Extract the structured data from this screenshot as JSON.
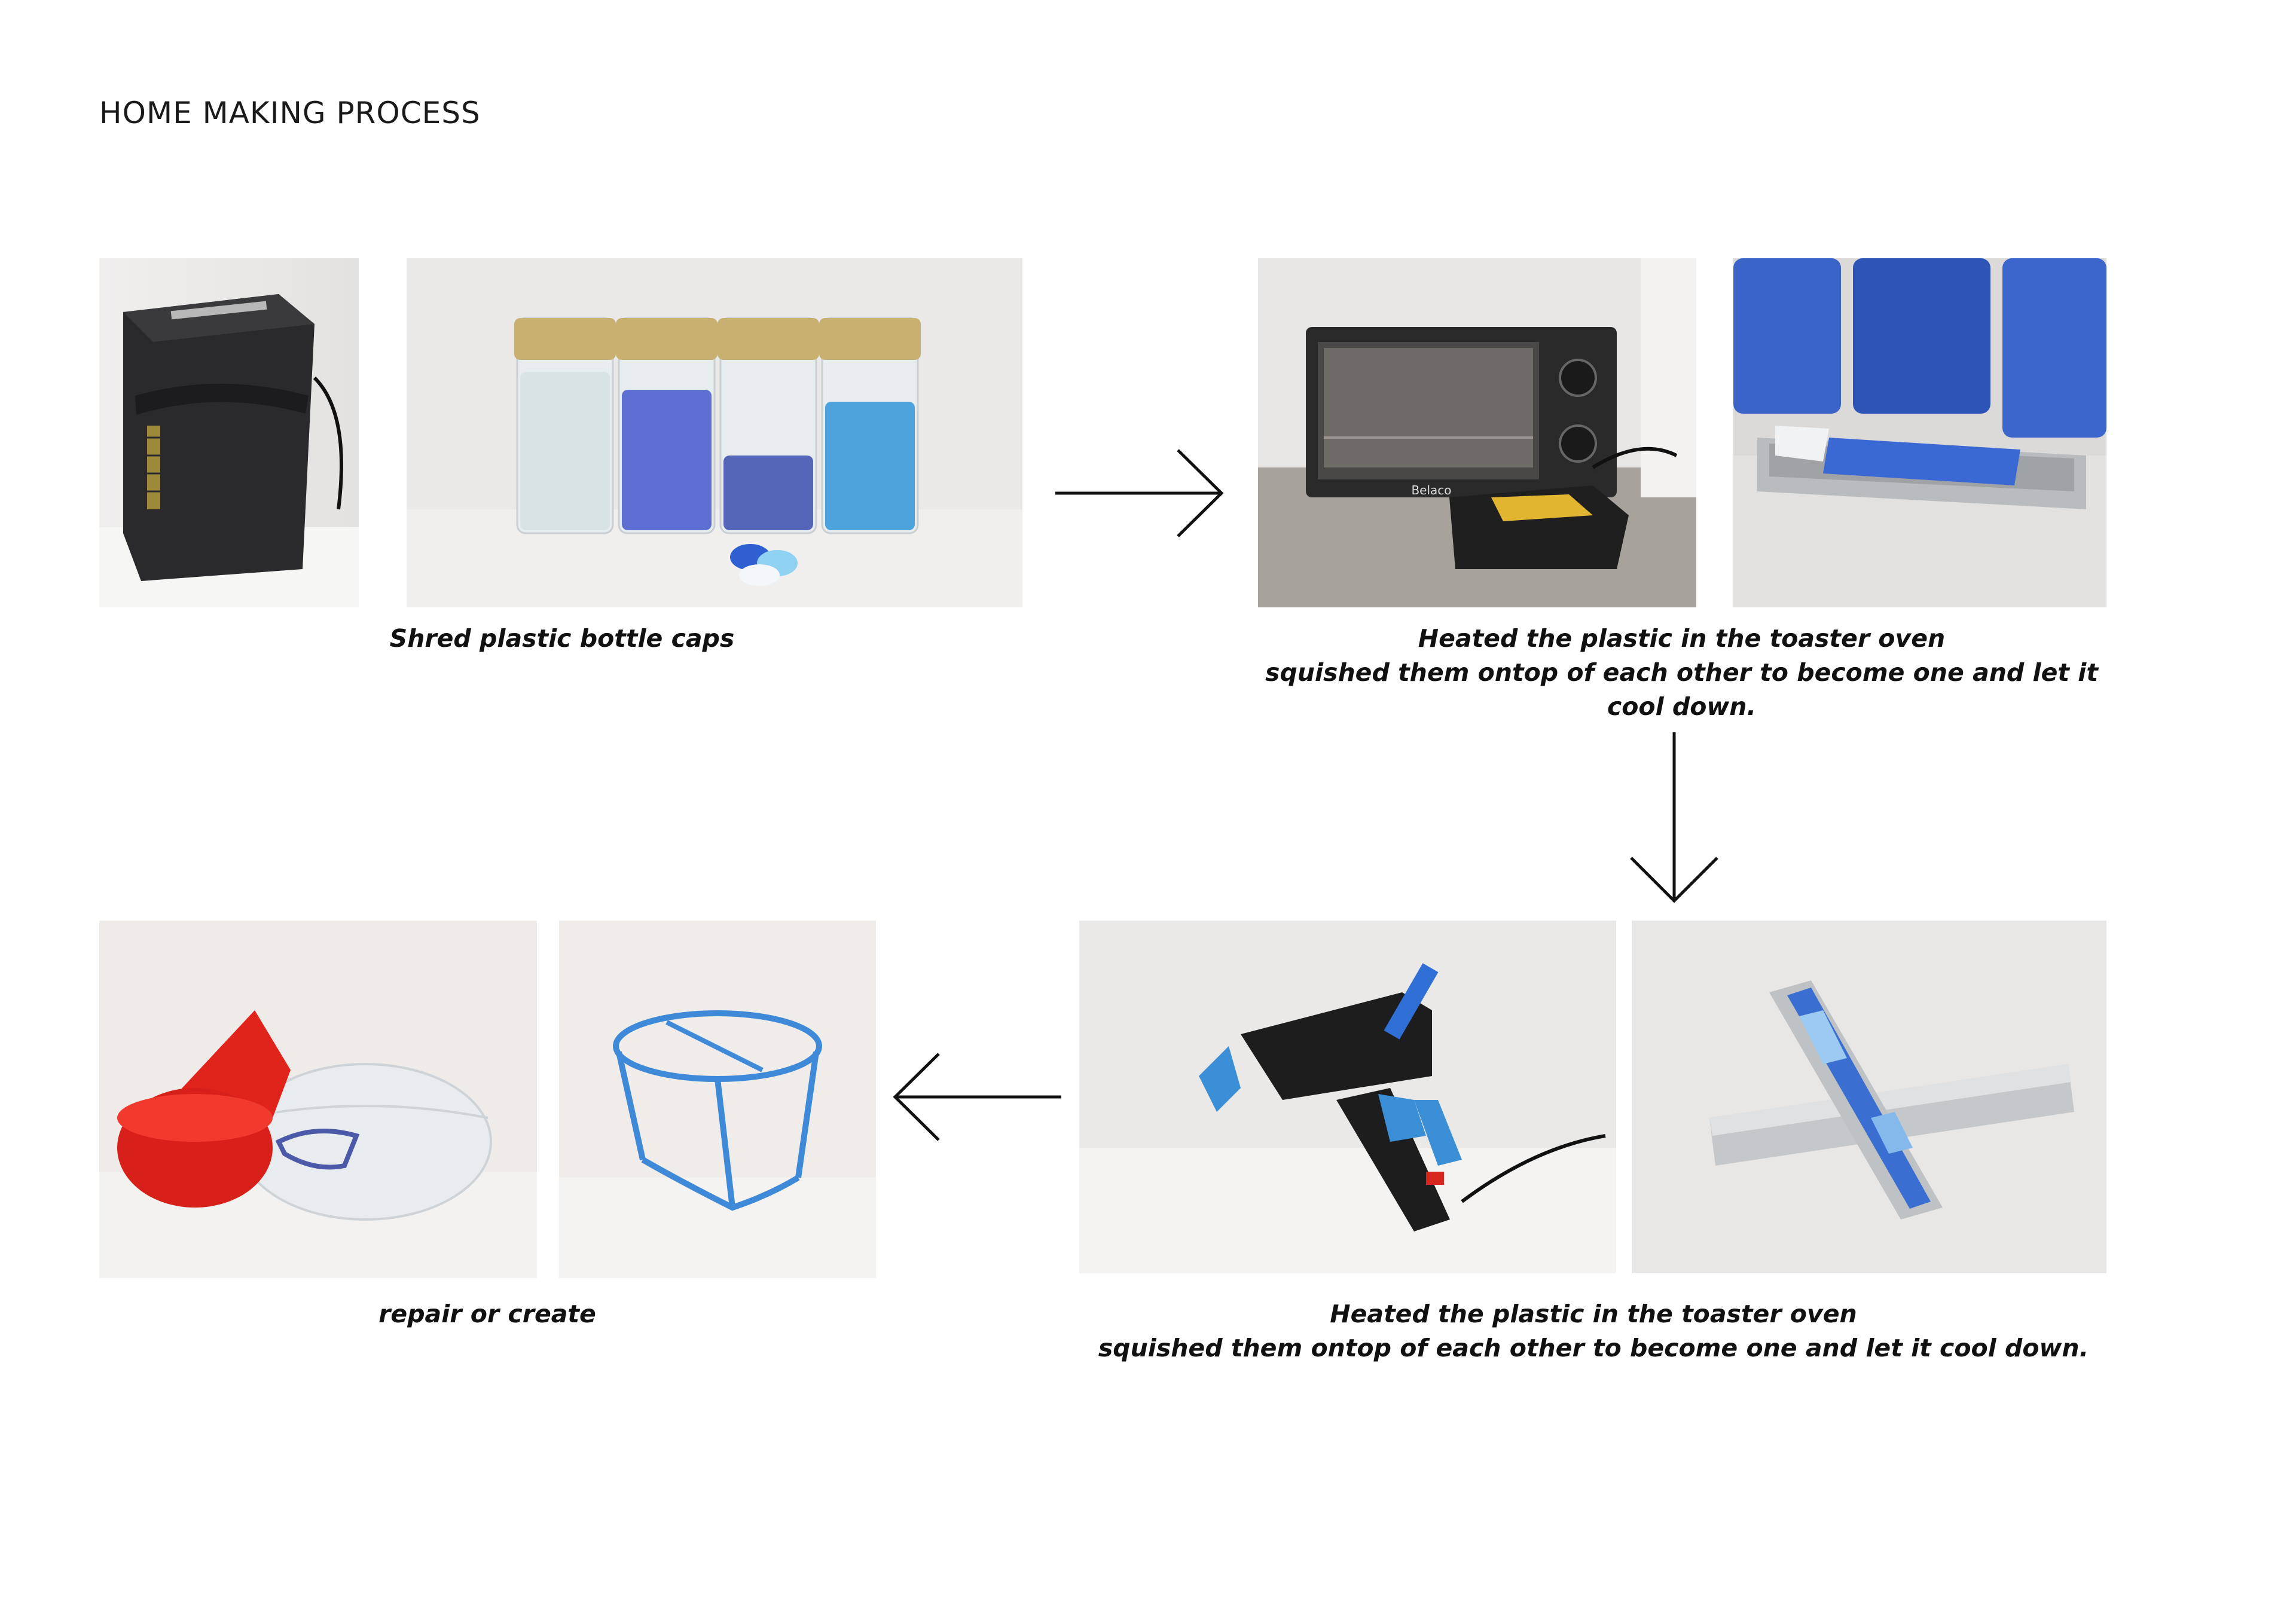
{
  "page": {
    "title": "HOME MAKING PROCESS"
  },
  "steps": [
    {
      "caption_lines": [
        "Shred plastic bottle caps"
      ],
      "photos": [
        "paper-shredder-photo",
        "shredded-caps-jars-photo"
      ]
    },
    {
      "caption_lines": [
        "Heated the plastic in the toaster oven",
        "squished them ontop of each other to become one and let it",
        "cool down."
      ],
      "photos": [
        "toaster-oven-photo",
        "plastic-in-mold-photo"
      ]
    },
    {
      "caption_lines": [
        "Heated the plastic in the toaster oven",
        "squished them ontop of each other to become one and let it cool down."
      ],
      "photos": [
        "glue-gun-photo",
        "plastic-stick-mold-photo"
      ]
    },
    {
      "caption_lines": [
        "repair or create"
      ],
      "photos": [
        "repaired-juicer-photo",
        "created-basket-photo"
      ]
    }
  ],
  "labels": {
    "oven_brand": "Belaco"
  },
  "colors": {
    "text": "#111111",
    "accent_blue": "#2f6fd6",
    "photo_background": "#eeeae6"
  }
}
